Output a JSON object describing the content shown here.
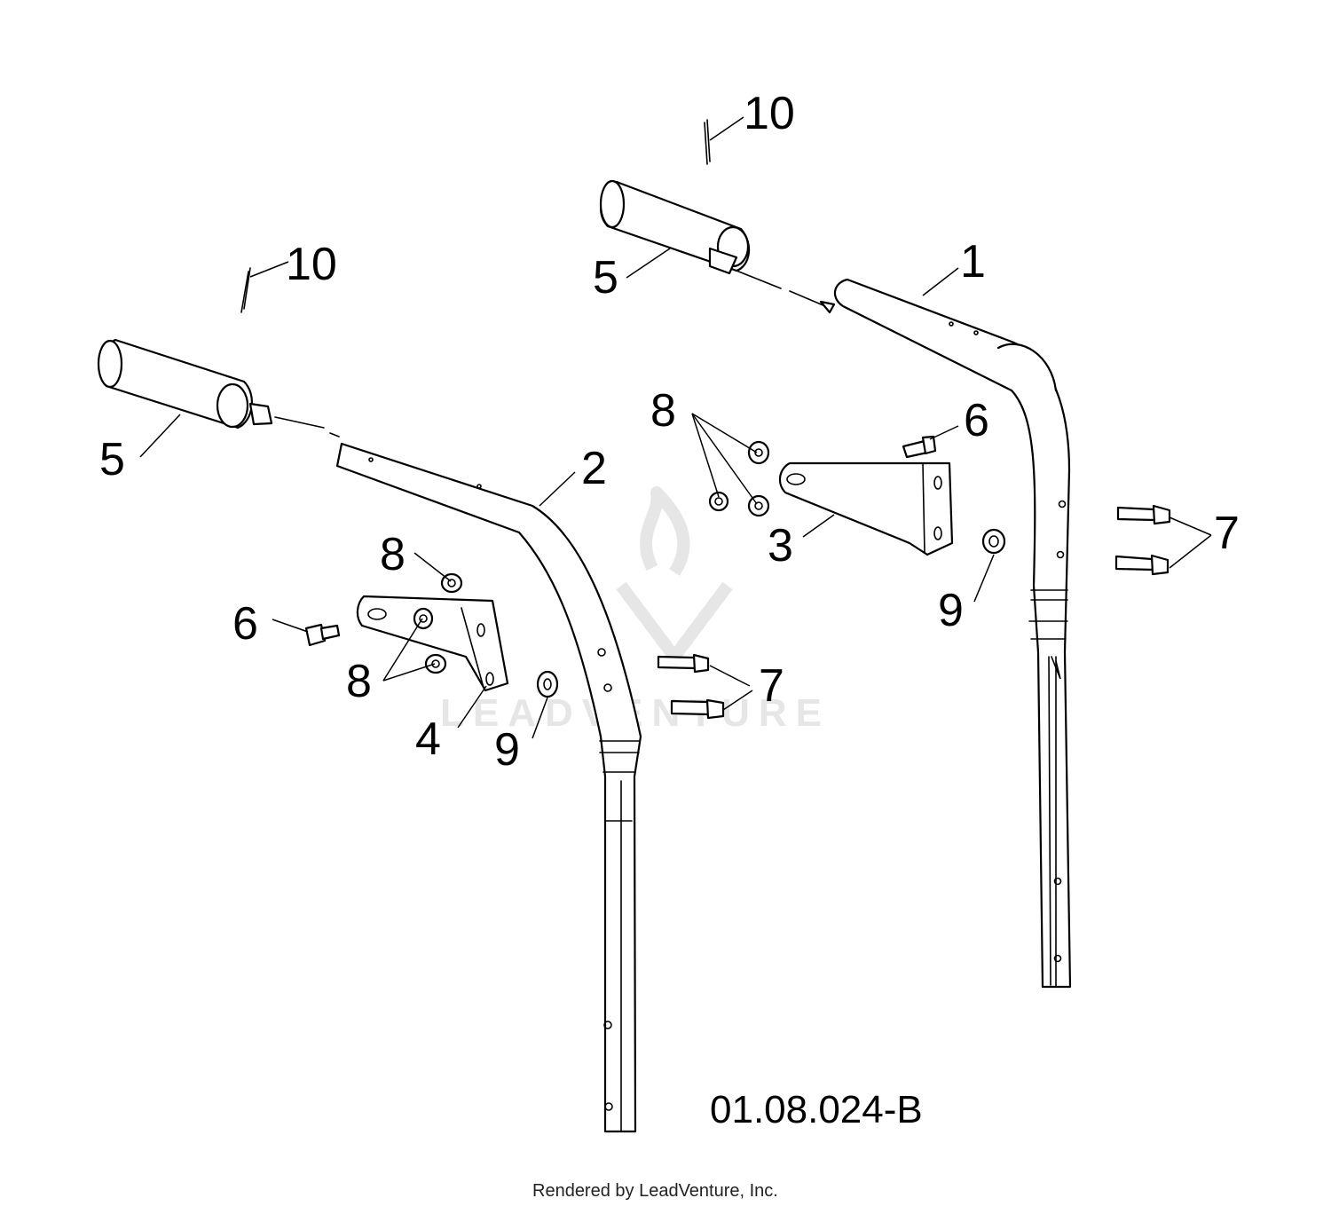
{
  "diagram": {
    "callouts": {
      "c10_right": "10",
      "c5_right": "5",
      "c1": "1",
      "c8_right": "8",
      "c6_right": "6",
      "c3": "3",
      "c9_right": "9",
      "c7_right": "7",
      "c10_left": "10",
      "c5_left": "5",
      "c2": "2",
      "c8_left_top": "8",
      "c6_left": "6",
      "c8_left_bottom": "8",
      "c4": "4",
      "c9_left": "9",
      "c7_left": "7"
    },
    "drawing_code": "01.08.024-B",
    "footer": "Rendered by LeadVenture, Inc.",
    "watermark": "LEADVENTURE",
    "colors": {
      "line": "#000000",
      "background": "#ffffff",
      "watermark": "#e6e6e6"
    }
  }
}
